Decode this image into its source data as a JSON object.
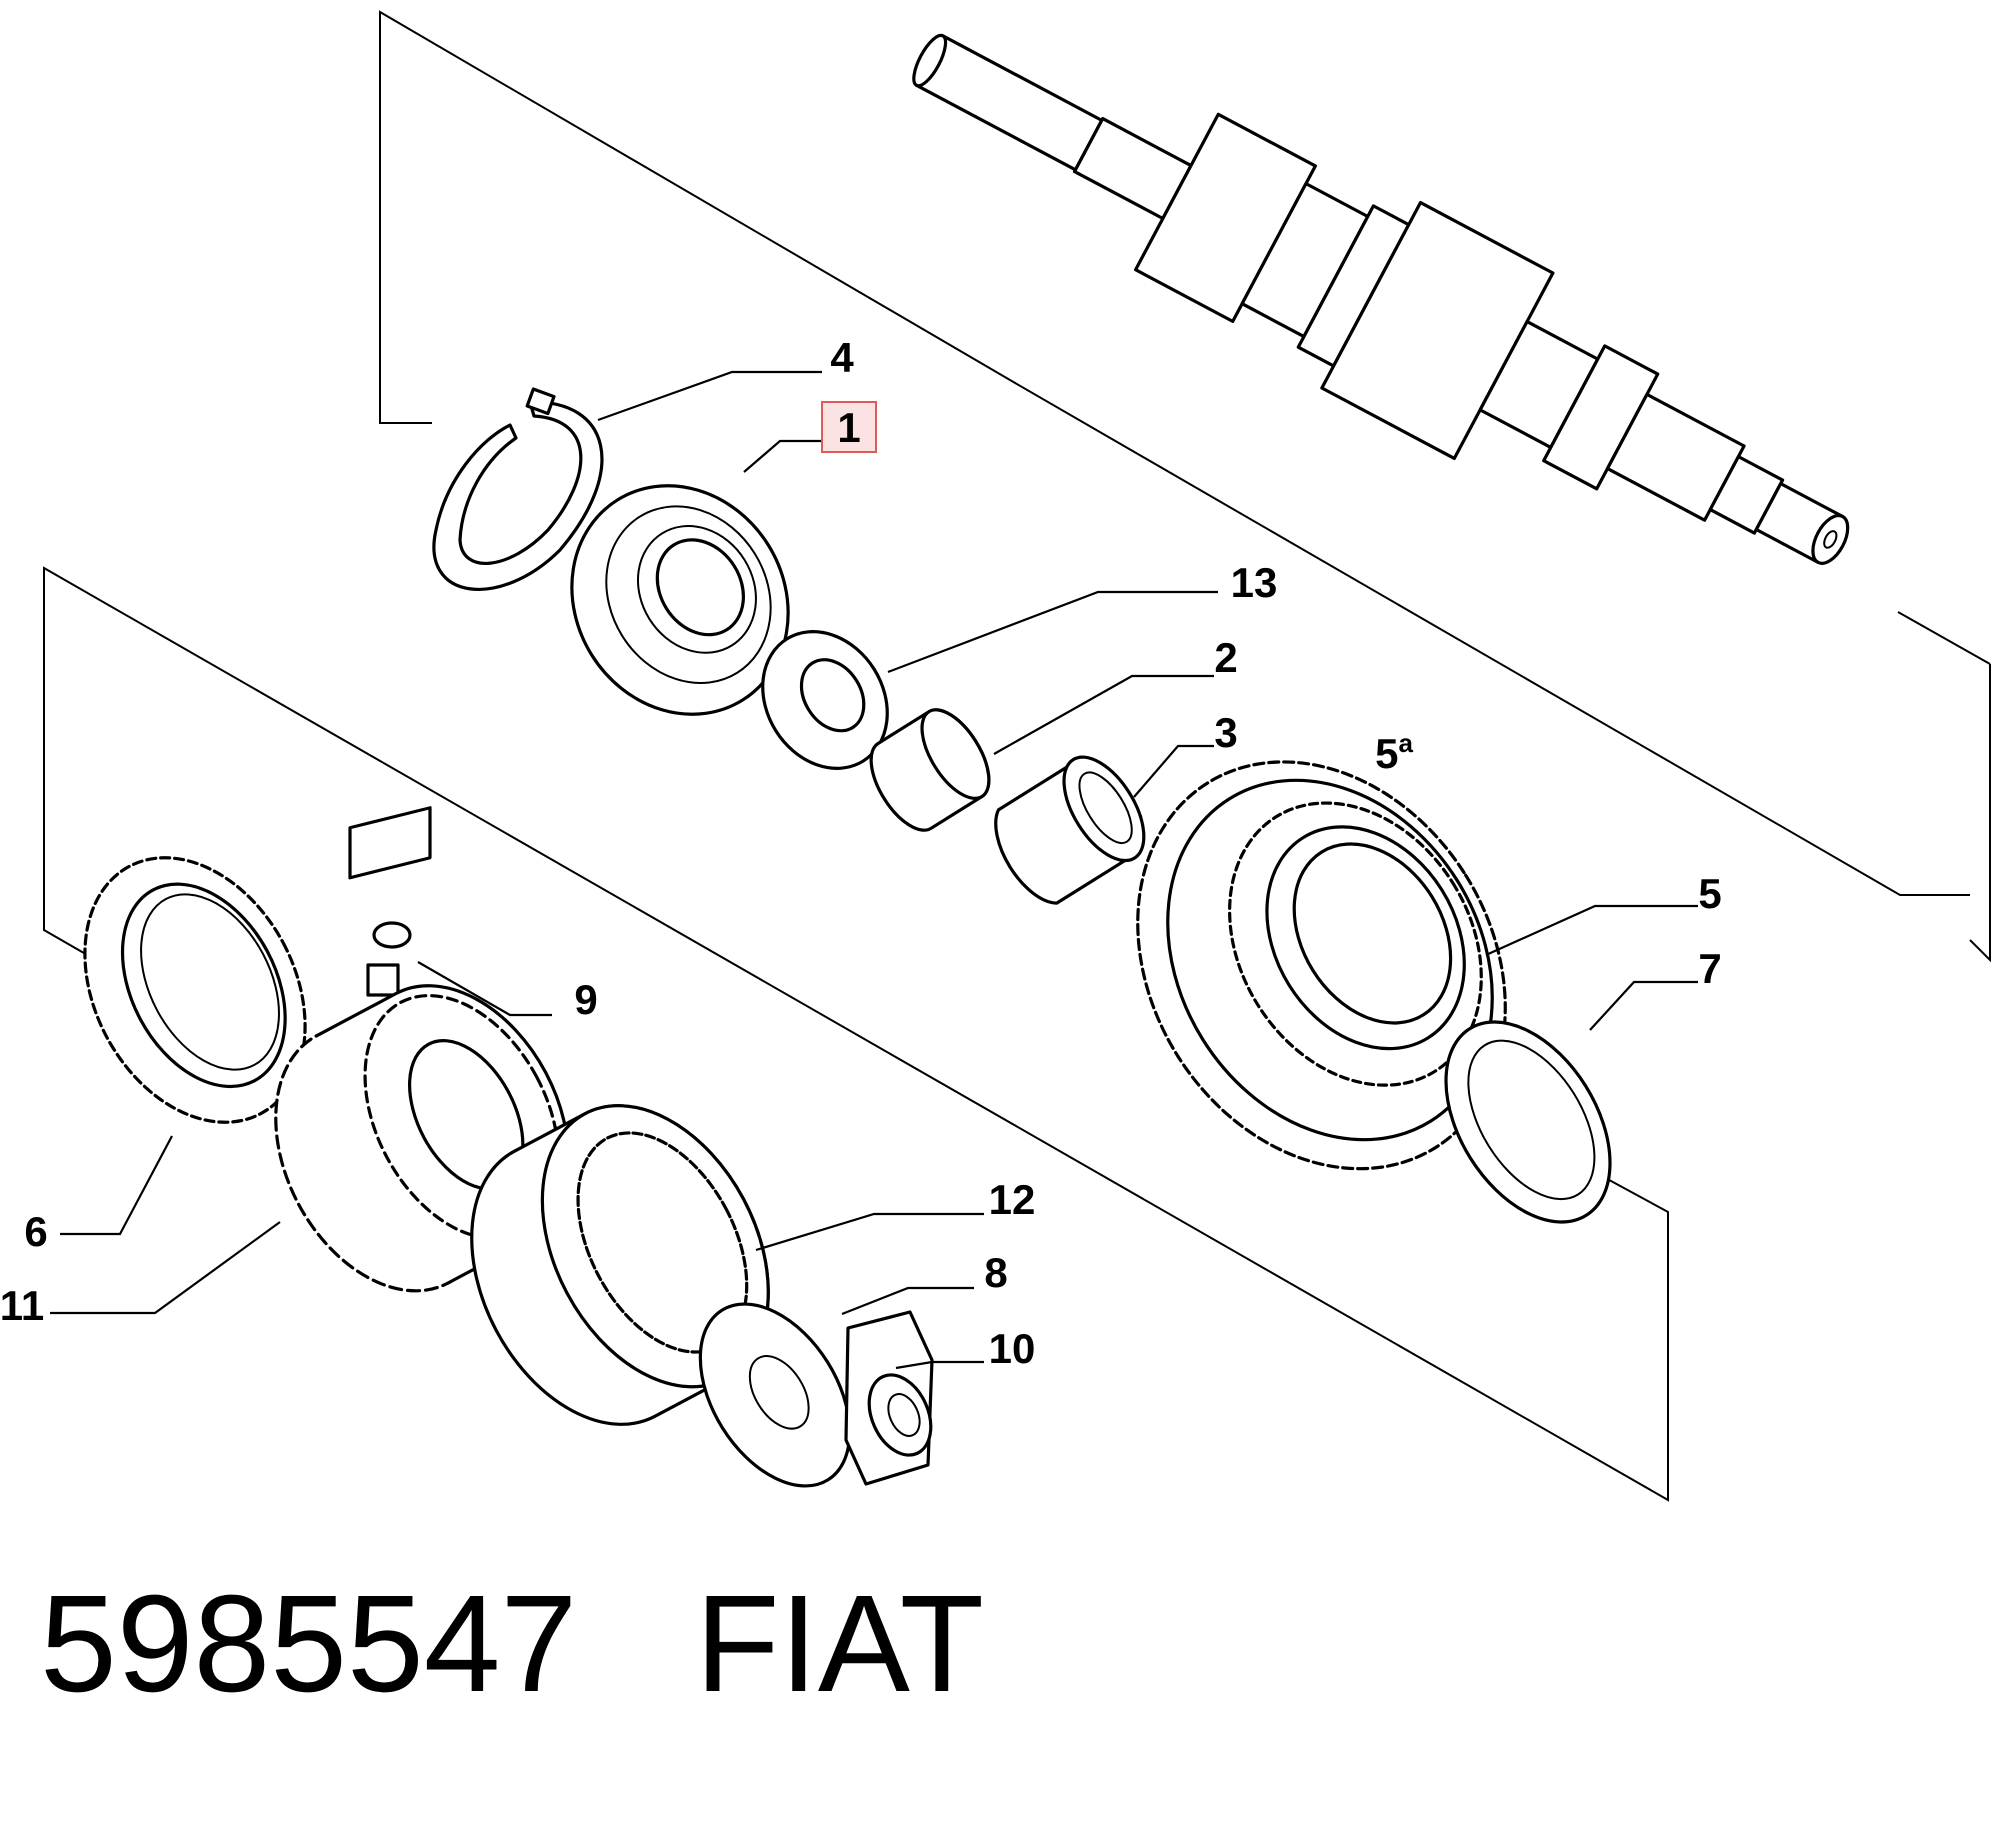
{
  "callouts": [
    {
      "id": "c1",
      "label": "1",
      "highlighted": true
    },
    {
      "id": "c2",
      "label": "2"
    },
    {
      "id": "c3",
      "label": "3"
    },
    {
      "id": "c4",
      "label": "4"
    },
    {
      "id": "c5",
      "label": "5"
    },
    {
      "id": "c5a",
      "label": "5",
      "superscript": "a"
    },
    {
      "id": "c6",
      "label": "6"
    },
    {
      "id": "c7",
      "label": "7"
    },
    {
      "id": "c8",
      "label": "8"
    },
    {
      "id": "c9",
      "label": "9"
    },
    {
      "id": "c10",
      "label": "10"
    },
    {
      "id": "c11",
      "label": "11"
    },
    {
      "id": "c12",
      "label": "12"
    },
    {
      "id": "c13",
      "label": "13"
    }
  ],
  "footer": {
    "part_number": "5985547",
    "brand": "FIAT"
  },
  "colors": {
    "line": "#000000",
    "background": "#ffffff",
    "highlight_border": "#e05a5a",
    "highlight_fill": "#fbe3e3"
  }
}
